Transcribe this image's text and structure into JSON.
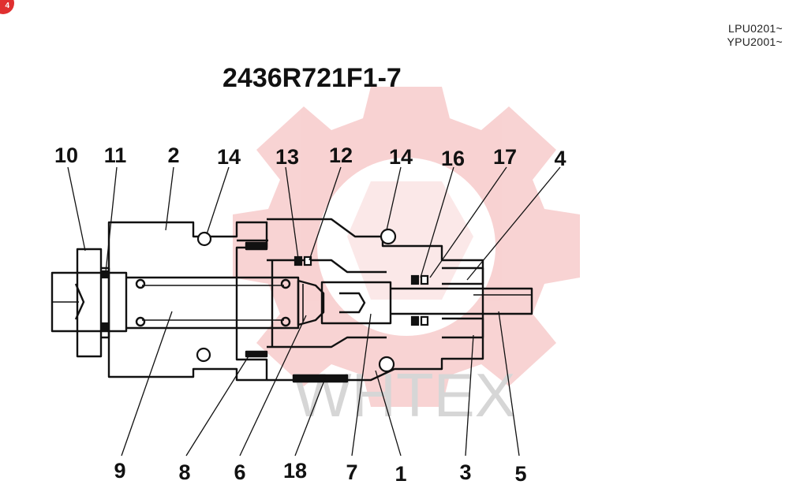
{
  "page": {
    "corner_badge": "4",
    "serial_ranges": [
      "LPU0201~",
      "YPU2001~"
    ],
    "title": "2436R721F1-7",
    "watermark_text": "WHTEX"
  },
  "callouts_top": [
    "10",
    "11",
    "2",
    "14",
    "13",
    "12",
    "14",
    "16",
    "17",
    "4"
  ],
  "callouts_bottom": [
    "9",
    "8",
    "6",
    "18",
    "7",
    "1",
    "3",
    "5"
  ],
  "colors": {
    "line": "#111111",
    "watermark": "#f4b8b8",
    "watermark_text": "#d9d9d9",
    "badge": "#e03030"
  }
}
